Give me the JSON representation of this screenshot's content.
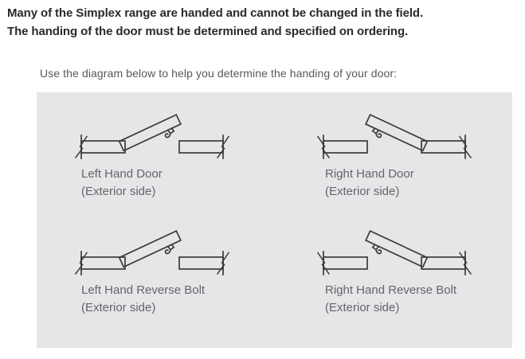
{
  "heading": {
    "line1": "Many of the Simplex range are handed and cannot be changed in the field.",
    "line2": "The handing of the door must be determined and specified on ordering."
  },
  "instruction": "Use the diagram below to help you determine the handing of your door:",
  "diagram_panel": {
    "background_color": "#e5e6e8",
    "line_color": "#3a3b3d",
    "cells": [
      {
        "id": "left-hand-door",
        "orientation": "left",
        "title": "Left Hand Door",
        "subtitle": "(Exterior side)"
      },
      {
        "id": "right-hand-door",
        "orientation": "right",
        "title": "Right Hand Door",
        "subtitle": "(Exterior side)"
      },
      {
        "id": "left-hand-reverse-bolt",
        "orientation": "left",
        "title": "Left Hand Reverse Bolt",
        "subtitle": "(Exterior side)"
      },
      {
        "id": "right-hand-reverse-bolt",
        "orientation": "right",
        "title": "Right Hand Reverse Bolt",
        "subtitle": "(Exterior side)"
      }
    ]
  },
  "colors": {
    "heading_text": "#2b292a",
    "body_text": "#57585a",
    "label_text": "#646568",
    "panel_background": "#e5e6e8",
    "diagram_lines": "#3a3b3d"
  }
}
